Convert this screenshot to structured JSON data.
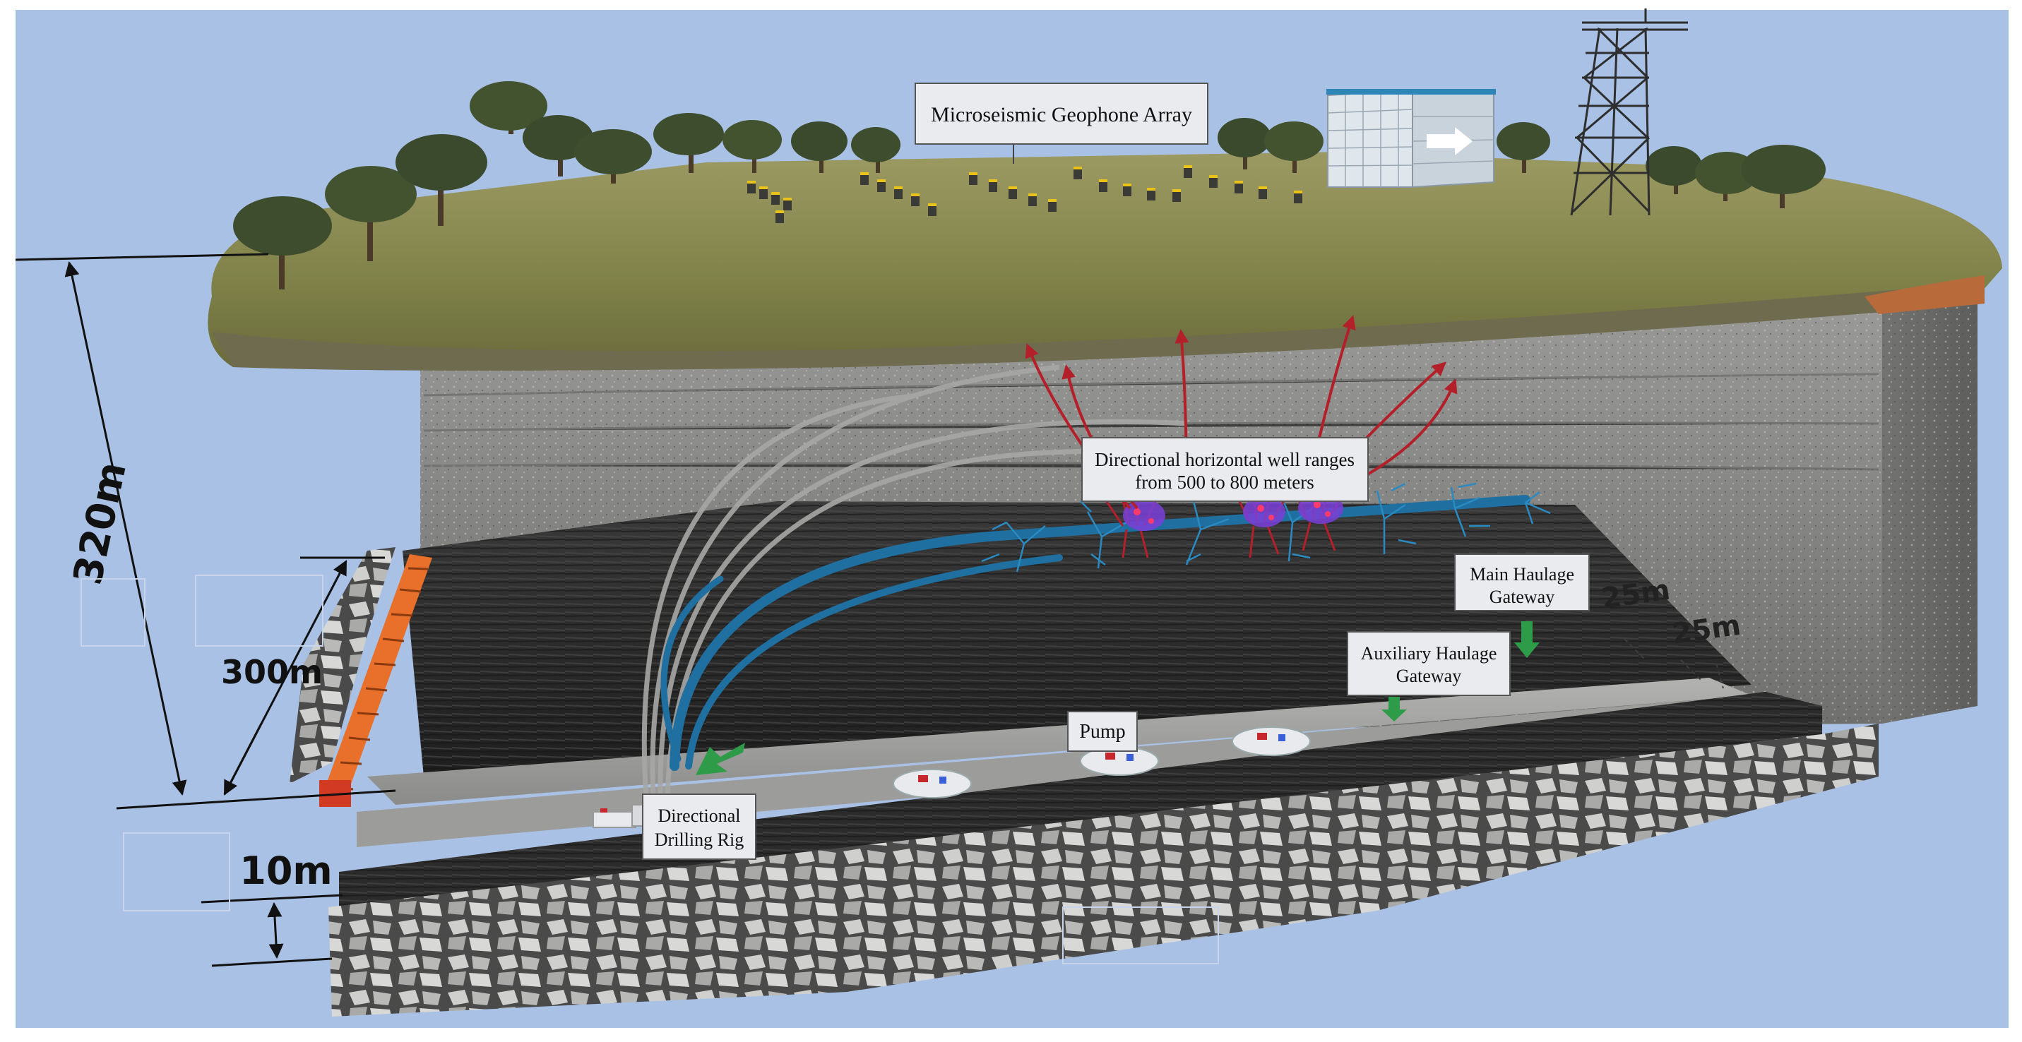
{
  "labels": {
    "geophone_array": "Microseismic Geophone Array",
    "well_range_line1": "Directional horizontal well ranges",
    "well_range_line2": "from 500 to 800 meters",
    "main_haulage_line1": "Main Haulage",
    "main_haulage_line2": "Gateway",
    "aux_haulage_line1": "Auxiliary Haulage",
    "aux_haulage_line2": "Gateway",
    "pump": "Pump",
    "drilling_rig_line1": "Directional",
    "drilling_rig_line2": "Drilling Rig"
  },
  "dimensions": {
    "depth_total": "320m",
    "face_length": "300m",
    "seam_spacing": "10m",
    "pillar_1": "25m",
    "pillar_2": "25m"
  },
  "colors": {
    "background": "#a9c1e5",
    "grass": "#8a8a4e",
    "rock": "#8d8d8d",
    "coal": "#2e2e2e",
    "well": "#1f6fa0",
    "fracture": "#b3202a",
    "shield": "#e8702a",
    "arrow": "#2e9b48"
  }
}
